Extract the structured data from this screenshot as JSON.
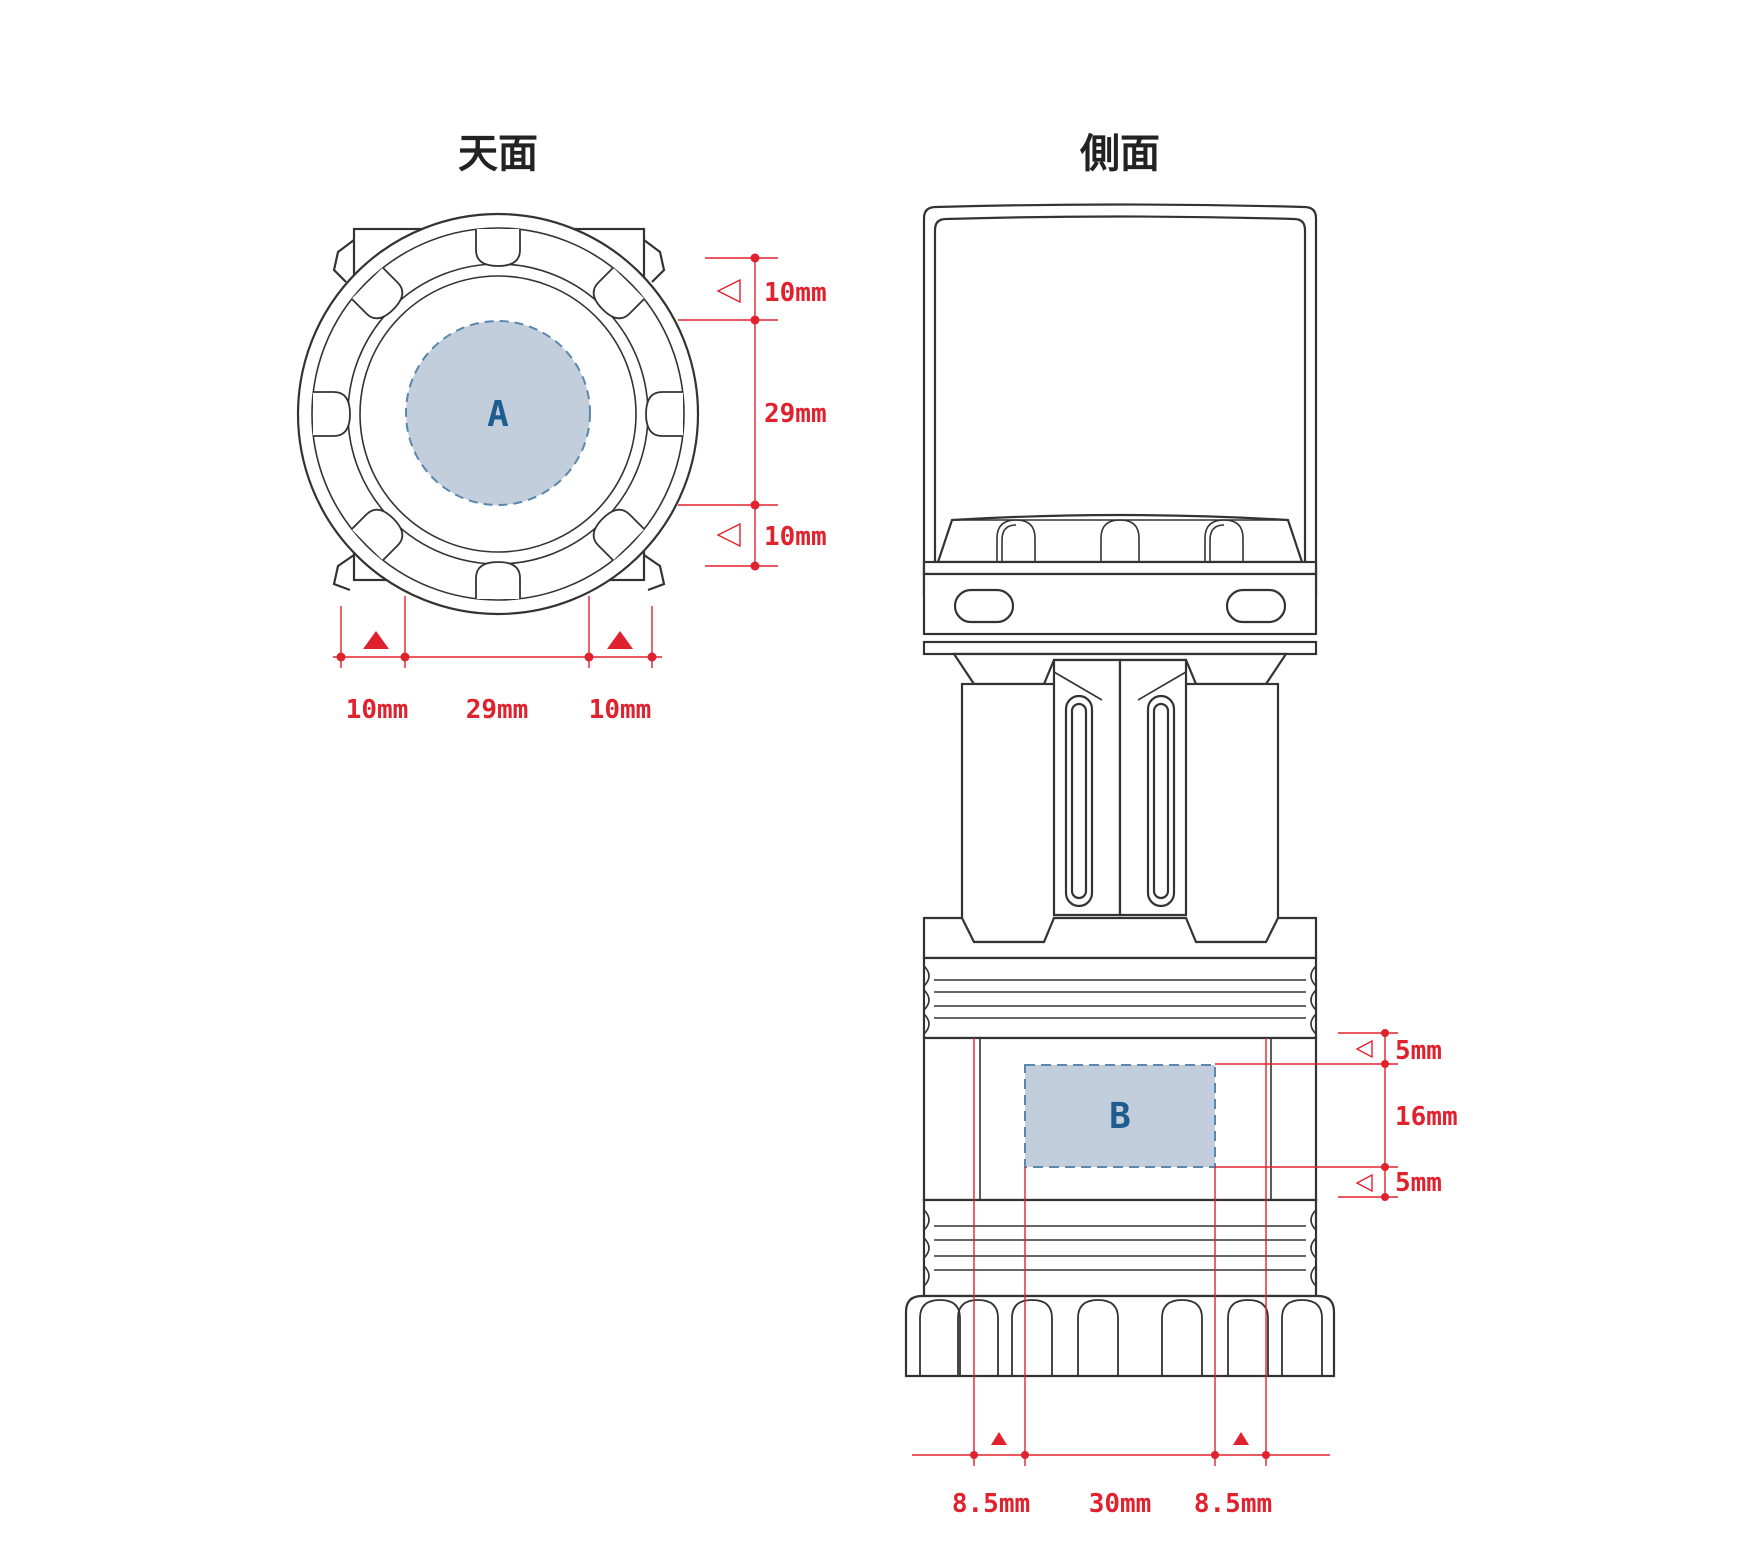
{
  "colors": {
    "dimension": "#e0222e",
    "print_area_fill": "#c3cedd",
    "print_area_stroke": "#5a87ad",
    "print_area_label": "#1f5c8f",
    "outline": "#333333"
  },
  "top_view": {
    "title": "天面",
    "area_label": "A",
    "dim_vertical": [
      "10mm",
      "29mm",
      "10mm"
    ],
    "dim_horizontal": [
      "10mm",
      "29mm",
      "10mm"
    ]
  },
  "side_view": {
    "title": "側面",
    "area_label": "B",
    "dim_vertical": [
      "5mm",
      "16mm",
      "5mm"
    ],
    "dim_horizontal": [
      "8.5mm",
      "30mm",
      "8.5mm"
    ]
  }
}
